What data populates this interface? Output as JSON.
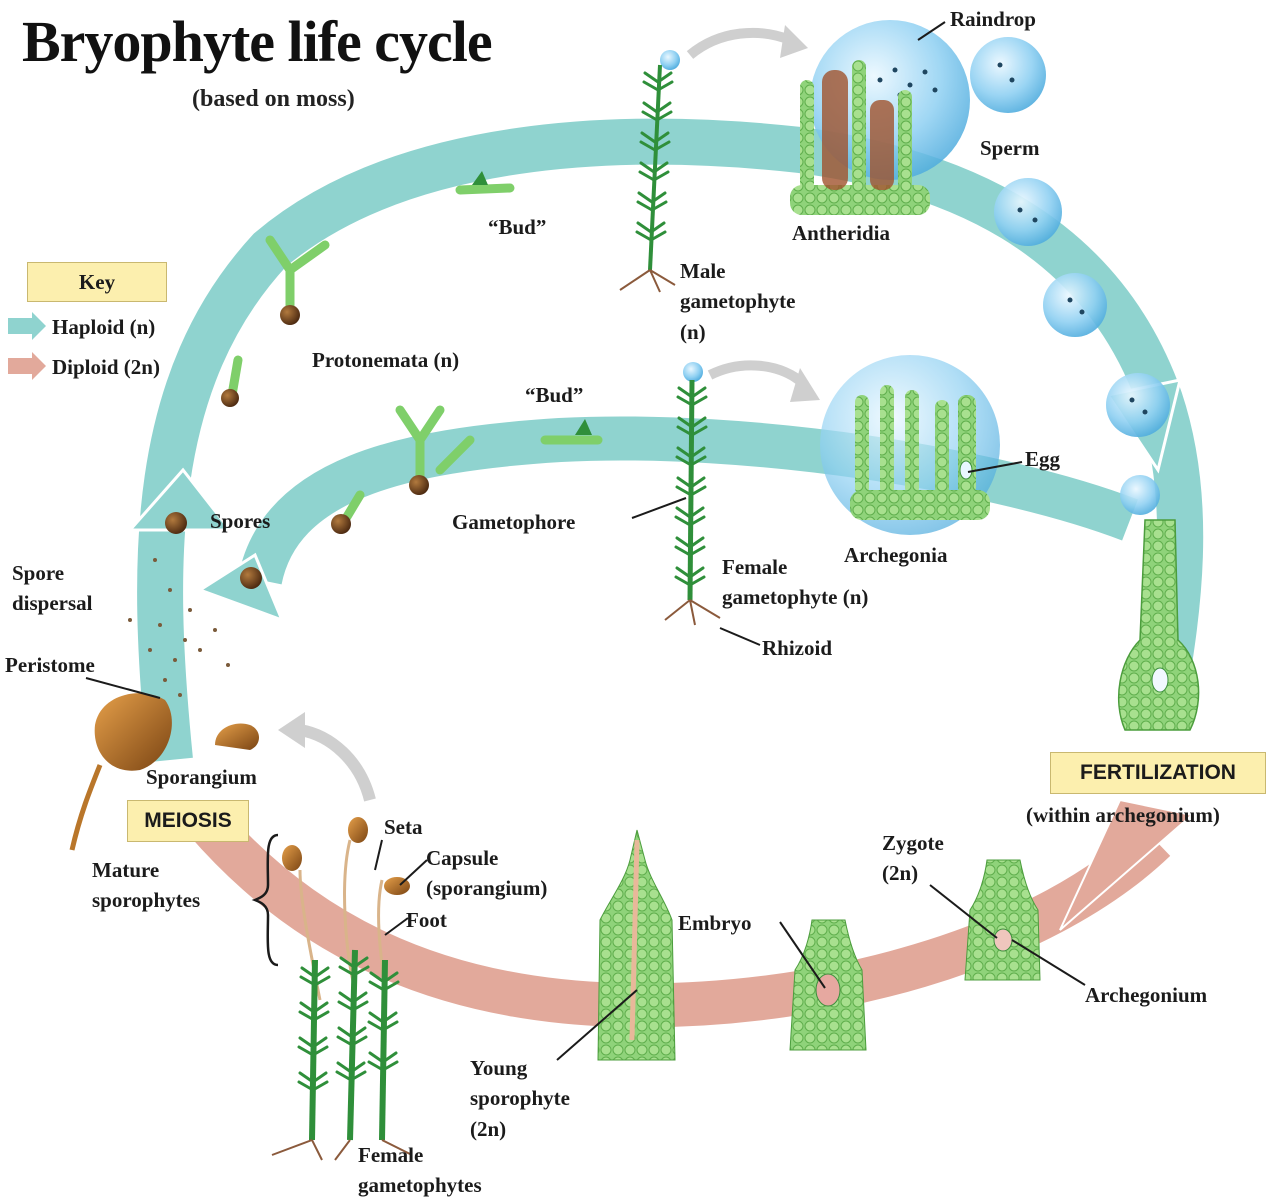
{
  "title": "Bryophyte life cycle",
  "subtitle": "(based on moss)",
  "key": {
    "heading": "Key",
    "haploid": "Haploid (n)",
    "diploid": "Diploid (2n)"
  },
  "labels": {
    "raindrop": "Raindrop",
    "sperm": "Sperm",
    "antheridia": "Antheridia",
    "bud_top": "“Bud”",
    "male_gametophyte": "Male\ngametophyte\n(n)",
    "protonemata": "Protonemata (n)",
    "bud_middle": "“Bud”",
    "egg": "Egg",
    "spores": "Spores",
    "gametophore": "Gametophore",
    "archegonia": "Archegonia",
    "spore_dispersal": "Spore\ndispersal",
    "female_gametophyte": "Female\ngametophyte (n)",
    "rhizoid": "Rhizoid",
    "peristome": "Peristome",
    "sporangium": "Sporangium",
    "fertilization": "FERTILIZATION",
    "within_archegonium": "(within archegonium)",
    "meiosis": "MEIOSIS",
    "seta": "Seta",
    "capsule": "Capsule\n(sporangium)",
    "zygote": "Zygote\n(2n)",
    "mature_sporophytes": "Mature\nsporophytes",
    "foot": "Foot",
    "embryo": "Embryo",
    "archegonium": "Archegonium",
    "young_sporophyte": "Young\nsporophyte\n(2n)",
    "female_gametophytes": "Female\ngametophytes"
  },
  "colors": {
    "haploid": "#8fd3cf",
    "diploid": "#e2a99b",
    "plant_green": "#2f8f3a",
    "cell_green": "#8fd37a",
    "water_blue": "#8fcdf0",
    "capsule_brown": "#b9762a",
    "key_box": "#fcefae",
    "grey_arrow": "#cfcfcf"
  }
}
